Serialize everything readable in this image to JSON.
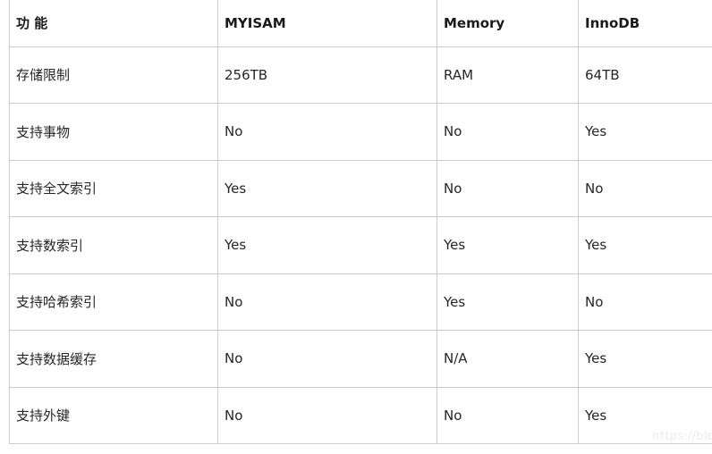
{
  "table": {
    "headers": [
      "功 能",
      "MYISAM",
      "Memory",
      "InnoDB"
    ],
    "rows": [
      [
        "存储限制",
        "256TB",
        "RAM",
        "64TB"
      ],
      [
        "支持事物",
        "No",
        "No",
        "Yes"
      ],
      [
        "支持全文索引",
        "Yes",
        "No",
        "No"
      ],
      [
        "支持数索引",
        "Yes",
        "Yes",
        "Yes"
      ],
      [
        "支持哈希索引",
        "No",
        "Yes",
        "No"
      ],
      [
        "支持数据缓存",
        "No",
        "N/A",
        "Yes"
      ],
      [
        "支持外键",
        "No",
        "No",
        "Yes"
      ]
    ]
  },
  "watermark": "https://blo",
  "colors": {
    "border": "#cccccc",
    "text": "#262629",
    "header_text": "#1a1a1d",
    "watermark": "#ebebeb",
    "background": "#ffffff"
  }
}
